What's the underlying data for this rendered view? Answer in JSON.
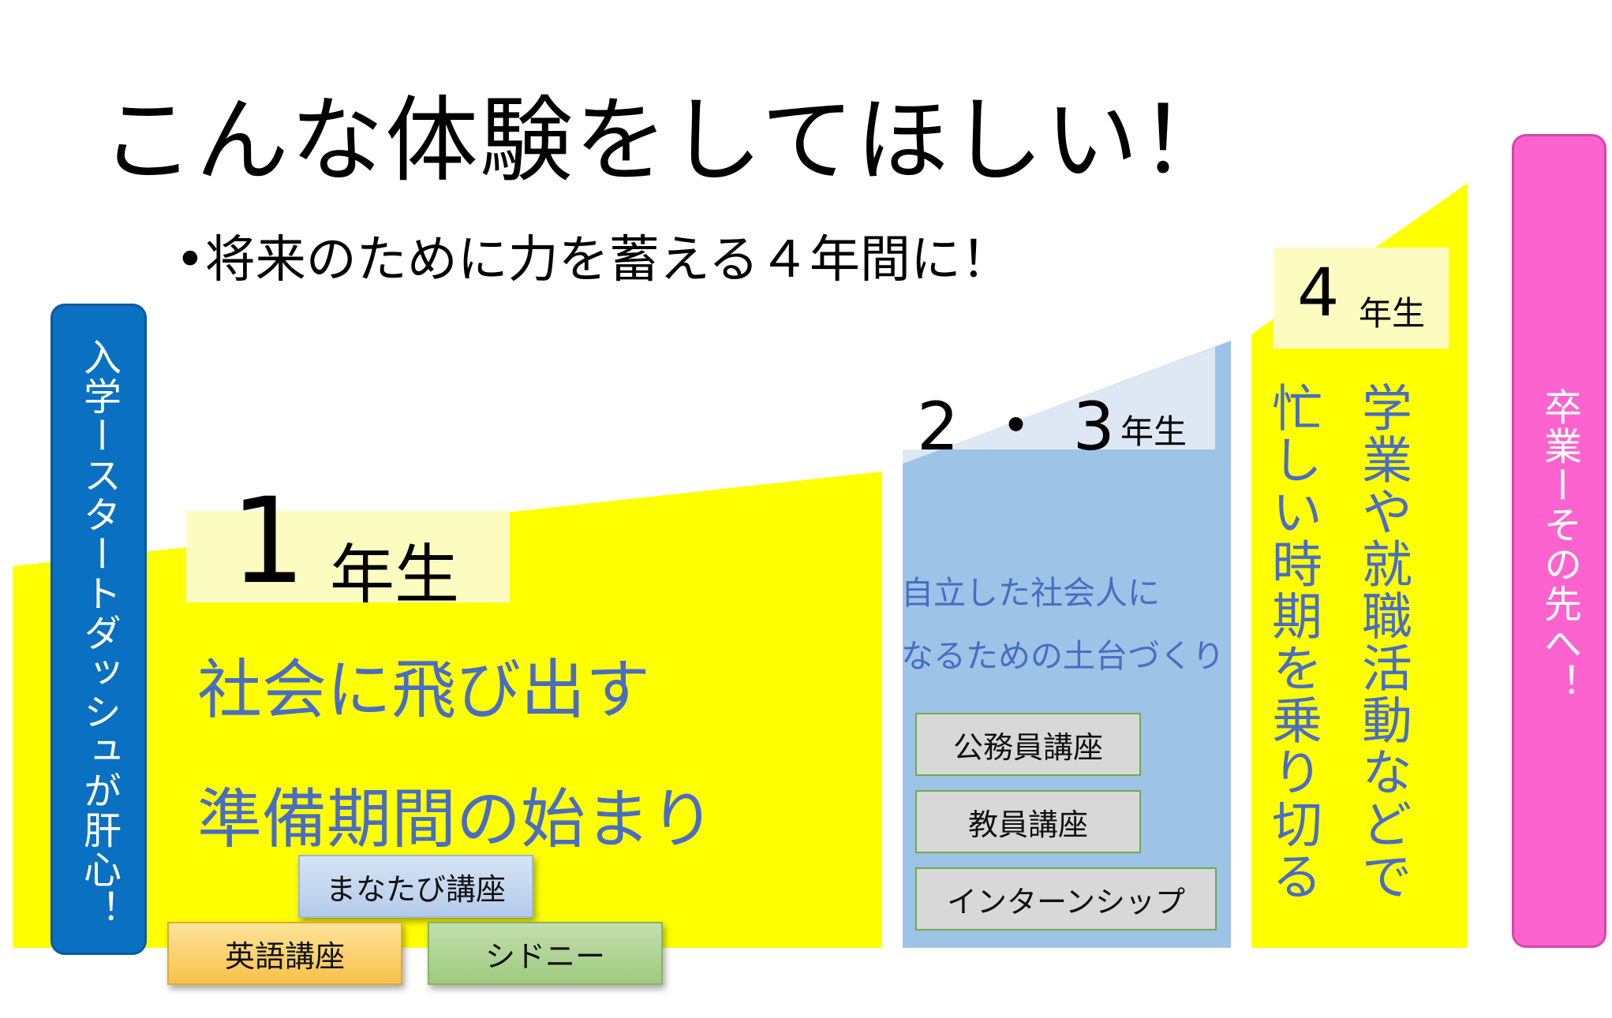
{
  "title": "こんな体験をしてほしい！",
  "subtitle": "•将来のために力を蓄える４年間に！",
  "start_box": "入学ースタートダッシュが肝心！",
  "graduation_box": "卒業ーその先へ！",
  "year1": {
    "number": "1",
    "unit": "年生",
    "line1": "社会に飛び出す",
    "line2": "準備期間の始まり",
    "buttons": {
      "manatabi": "まなたび講座",
      "eigo": "英語講座",
      "sydney": "シドニー"
    }
  },
  "year23": {
    "number": "2・3",
    "unit": "年生",
    "line1": "自立した社会人に",
    "line2": "なるための土台づくり",
    "buttons": {
      "koumuin": "公務員講座",
      "kyoin": "教員講座",
      "intern": "インターンシップ"
    }
  },
  "year4": {
    "number": "4",
    "unit": "年生",
    "col_right": "学業や就職活動などで",
    "col_left": "忙しい時期を乗り切る"
  },
  "colors": {
    "yellow": "#ffff00",
    "light_blue": "#9dc3e6",
    "pale_blue": "#dee8f4",
    "blue_box": "#0a70c1",
    "pink_box": "#fc63ce",
    "text_blue": "#4a6dc3"
  }
}
